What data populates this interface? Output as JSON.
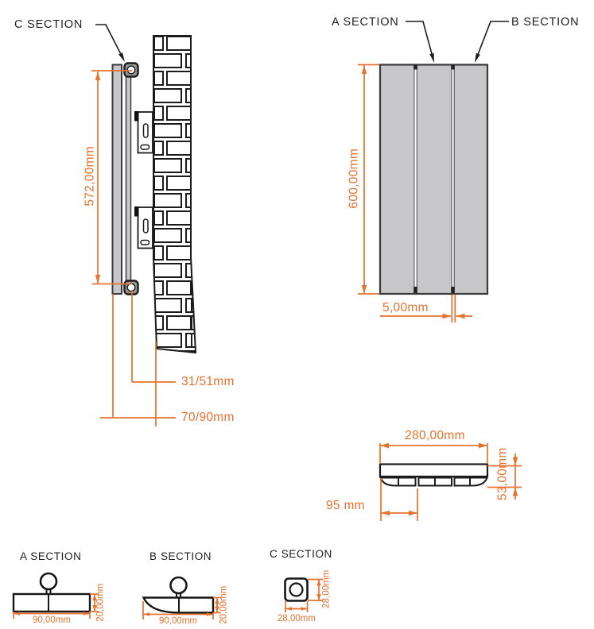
{
  "labels": {
    "c_section_top": "C SECTION",
    "a_section_top": "A SECTION",
    "b_section_top": "B SECTION",
    "a_section_bottom": "A SECTION",
    "b_section_bottom": "B SECTION",
    "c_section_bottom": "C SECTION"
  },
  "dimensions": {
    "side_height": "572,00mm",
    "pipe_to_wall": "31/51mm",
    "face_to_wall": "70/90mm",
    "front_height": "600,00mm",
    "panel_gap": "5,00mm",
    "plan_width": "280,00mm",
    "plan_depth": "53,00mm",
    "panel_pitch": "95 mm",
    "section_a_width": "90,00mm",
    "section_a_height": "20,00mm",
    "section_b_width": "90,00mm",
    "section_b_height": "20,00mm",
    "section_c_width": "28,00mm",
    "section_c_height": "28,00mm"
  },
  "colors": {
    "dimension_accent": "#E5722E",
    "line": "#1b1b1b",
    "panel_fill": "#C7C7C9"
  }
}
